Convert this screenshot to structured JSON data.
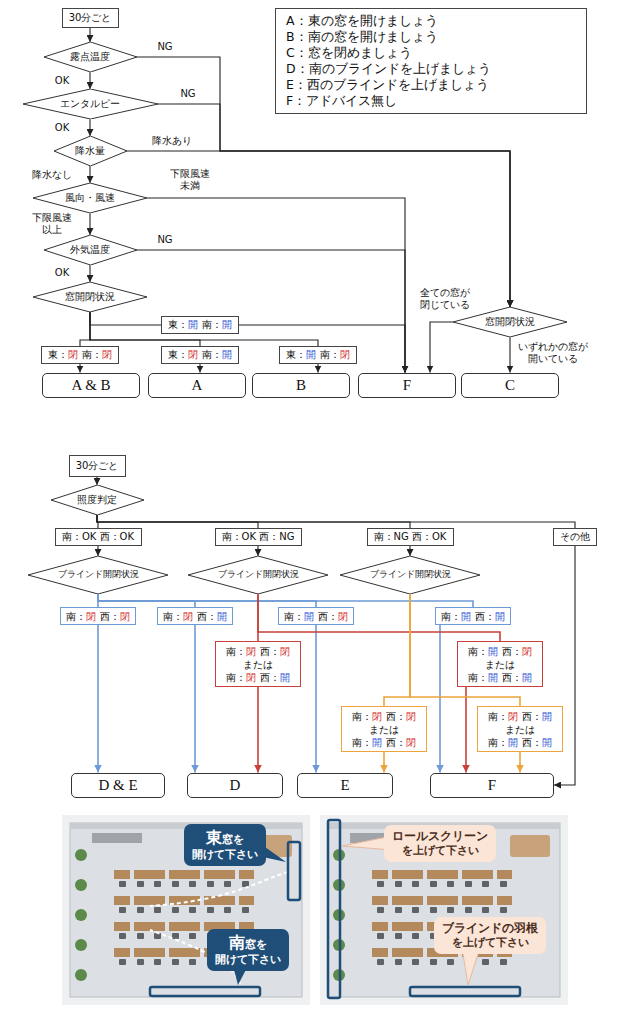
{
  "diagram": {
    "nodes": [
      {
        "text": [
          "30分ごと"
        ]
      },
      {
        "text": [
          "A：東の窓を開けましょう",
          "B：南の窓を開けましょう",
          "C：窓を閉めましょう",
          "D：南のブラインドを上げましょう",
          "E：西のブラインドを上げましょう",
          "F：アドバイス無し"
        ]
      },
      {
        "text": [
          "露点温度"
        ]
      },
      {
        "text": [
          "エンタルピー"
        ]
      },
      {
        "text": [
          "降水量"
        ]
      },
      {
        "text": [
          "風向・風速"
        ]
      },
      {
        "text": [
          "外気温度"
        ]
      },
      {
        "text": [
          "窓開閉状況"
        ]
      },
      {
        "text": [
          "東：開 南：開"
        ]
      },
      {
        "text": [
          "窓開閉状況"
        ]
      },
      {
        "text": [
          "東：閉 南：閉"
        ]
      },
      {
        "text": [
          "東：閉 南：開"
        ]
      },
      {
        "text": [
          "東：開 南：閉"
        ]
      },
      {
        "text": [
          "A & B"
        ]
      },
      {
        "text": [
          "A"
        ]
      },
      {
        "text": [
          "B"
        ]
      },
      {
        "text": [
          "F"
        ]
      },
      {
        "text": [
          "C"
        ]
      },
      {
        "text": [
          "30分ごと"
        ]
      },
      {
        "text": [
          "照度判定"
        ]
      },
      {
        "text": [
          "南：OK 西：OK"
        ]
      },
      {
        "text": [
          "南：OK 西：NG"
        ]
      },
      {
        "text": [
          "南：NG 西：OK"
        ]
      },
      {
        "text": [
          "その他"
        ]
      },
      {
        "text": [
          "ブラインド開閉状況"
        ]
      },
      {
        "text": [
          "ブラインド開閉状況"
        ]
      },
      {
        "text": [
          "ブラインド開閉状況"
        ]
      },
      {
        "text": [
          "南：閉 西：閉"
        ]
      },
      {
        "text": [
          "南：閉 西：開"
        ]
      },
      {
        "text": [
          "南：開 西：閉"
        ]
      },
      {
        "text": [
          "南：開 西：開"
        ]
      },
      {
        "text": [
          "南：閉 西：閉",
          "または",
          "南：閉 西：開"
        ]
      },
      {
        "text": [
          "南：開 西：閉",
          "または",
          "南：開 西：開"
        ]
      },
      {
        "text": [
          "南：閉 西：閉",
          "または",
          "南：開 西：閉"
        ]
      },
      {
        "text": [
          "南：閉 西：開",
          "または",
          "南：開 西：開"
        ]
      },
      {
        "text": [
          "D & E"
        ]
      },
      {
        "text": [
          "D"
        ]
      },
      {
        "text": [
          "E"
        ]
      },
      {
        "text": [
          "F"
        ]
      },
      {
        "text": [
          "東窓を 開けて下さい"
        ]
      },
      {
        "text": [
          "南窓を 開けて下さい"
        ]
      },
      {
        "text": [
          "ロールスクリーン を上げて下さい"
        ]
      },
      {
        "text": [
          "ブラインドの羽根 を上げて下さい"
        ]
      }
    ],
    "edges": [
      {
        "from": 0,
        "to": 2,
        "arrow": "to"
      },
      {
        "from": 2,
        "to": 3,
        "arrow": "to",
        "label": "OK"
      },
      {
        "from": 2,
        "to": 9,
        "arrow": "to",
        "label": "NG"
      },
      {
        "from": 3,
        "to": 4,
        "arrow": "to",
        "label": "OK"
      },
      {
        "from": 3,
        "to": 9,
        "arrow": "to",
        "label": "NG"
      },
      {
        "from": 4,
        "to": 5,
        "arrow": "to",
        "label": "降水なし"
      },
      {
        "from": 4,
        "to": 9,
        "arrow": "to",
        "label": "降水あり"
      },
      {
        "from": 5,
        "to": 6,
        "arrow": "to",
        "label": "下限風速 以上"
      },
      {
        "from": 5,
        "to": 16,
        "arrow": "to",
        "label": "下限風速 未満"
      },
      {
        "from": 6,
        "to": 7,
        "arrow": "to",
        "label": "OK"
      },
      {
        "from": 6,
        "to": 16,
        "arrow": "to",
        "label": "NG"
      },
      {
        "from": 7,
        "to": 8,
        "arrow": "none"
      },
      {
        "from": 8,
        "to": 16,
        "arrow": "to"
      },
      {
        "from": 7,
        "to": 10,
        "arrow": "none"
      },
      {
        "from": 7,
        "to": 11,
        "arrow": "none"
      },
      {
        "from": 7,
        "to": 12,
        "arrow": "none"
      },
      {
        "from": 10,
        "to": 13,
        "arrow": "to"
      },
      {
        "from": 11,
        "to": 14,
        "arrow": "to"
      },
      {
        "from": 12,
        "to": 15,
        "arrow": "to"
      },
      {
        "from": 9,
        "to": 16,
        "arrow": "to",
        "label": "全ての窓が 閉じている"
      },
      {
        "from": 9,
        "to": 17,
        "arrow": "to",
        "label": "いずれかの窓が 開いている"
      },
      {
        "from": 18,
        "to": 19,
        "arrow": "to"
      },
      {
        "from": 19,
        "to": 20,
        "arrow": "none"
      },
      {
        "from": 19,
        "to": 21,
        "arrow": "none"
      },
      {
        "from": 19,
        "to": 22,
        "arrow": "none"
      },
      {
        "from": 19,
        "to": 23,
        "arrow": "none"
      },
      {
        "from": 20,
        "to": 24,
        "arrow": "to"
      },
      {
        "from": 21,
        "to": 25,
        "arrow": "to"
      },
      {
        "from": 22,
        "to": 26,
        "arrow": "to"
      },
      {
        "from": 24,
        "to": 27,
        "arrow": "none"
      },
      {
        "from": 24,
        "to": 28,
        "arrow": "none"
      },
      {
        "from": 24,
        "to": 29,
        "arrow": "none"
      },
      {
        "from": 24,
        "to": 30,
        "arrow": "none"
      },
      {
        "from": 27,
        "to": 35,
        "arrow": "to"
      },
      {
        "from": 28,
        "to": 36,
        "arrow": "to"
      },
      {
        "from": 29,
        "to": 37,
        "arrow": "to"
      },
      {
        "from": 30,
        "to": 38,
        "arrow": "to"
      },
      {
        "from": 25,
        "to": 31,
        "arrow": "none"
      },
      {
        "from": 25,
        "to": 32,
        "arrow": "none"
      },
      {
        "from": 31,
        "to": 36,
        "arrow": "to"
      },
      {
        "from": 32,
        "to": 38,
        "arrow": "to"
      },
      {
        "from": 26,
        "to": 33,
        "arrow": "none"
      },
      {
        "from": 26,
        "to": 34,
        "arrow": "none"
      },
      {
        "from": 33,
        "to": 37,
        "arrow": "to"
      },
      {
        "from": 34,
        "to": 38,
        "arrow": "to"
      },
      {
        "from": 23,
        "to": 38,
        "arrow": "to"
      }
    ]
  }
}
